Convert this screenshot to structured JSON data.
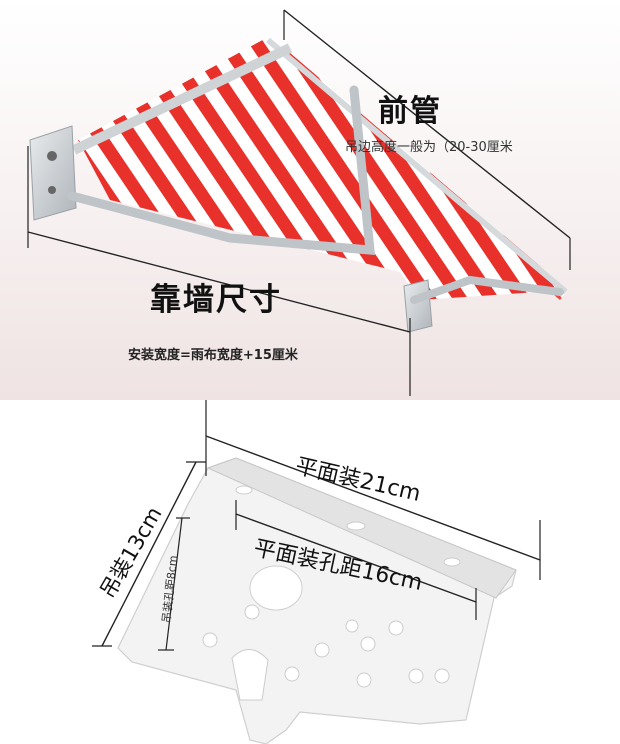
{
  "top_panel": {
    "front_bar": {
      "title": "前管",
      "note": "吊边高度一般为（20-30厘米"
    },
    "wall_size": {
      "title": "靠墙尺寸",
      "note": "安装宽度=雨布宽度+15厘米"
    }
  },
  "bottom_panel": {
    "flat_width": "平面装21cm",
    "flat_hole_spacing": "平面装孔距16cm",
    "hang_size": "吊装13cm",
    "hang_hole_spacing": "吊装孔距8cm"
  },
  "colors": {
    "stripe_red": "#e8312b",
    "stripe_white": "#ffffff",
    "metal": "#c9cdd1",
    "wall_bg": "#f6eeee",
    "plate": "#f2f2f2"
  }
}
